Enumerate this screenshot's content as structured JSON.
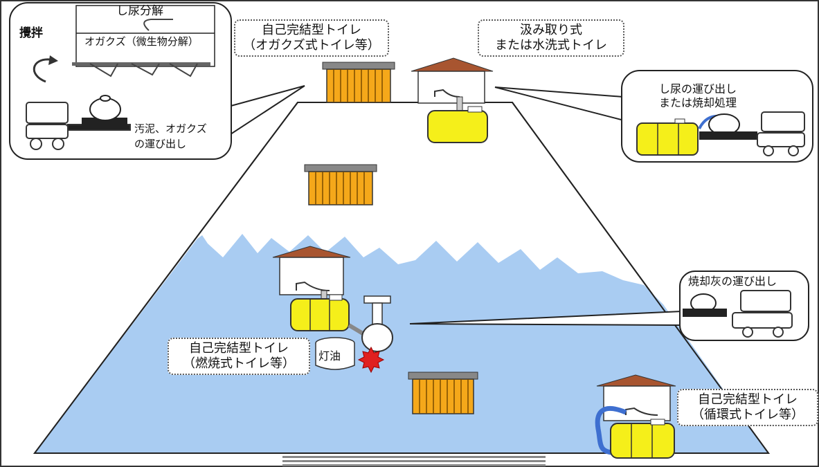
{
  "colors": {
    "sky": "#a9ccf2",
    "mountain": "#ffffff",
    "tank": "#f5ef1a",
    "shed": "#f5a81a",
    "roof": "#a85530",
    "pipe": "#3e6fd0",
    "burner": "#e02020"
  },
  "topleft": {
    "stir": "攪拌",
    "decompose": "し尿分解",
    "ogakuzu": "オガクズ（微生物分解）",
    "carry": [
      "汚泥、オガクズ",
      "の運び出し"
    ]
  },
  "top_center": [
    "自己完結型トイレ",
    "（オガクズ式トイレ等）"
  ],
  "top_right_label": [
    "汲み取り式",
    "または水洗式トイレ"
  ],
  "right_bubble": [
    "し尿の運び出し",
    "または焼却処理"
  ],
  "ash_bubble": "焼却灰の運び出し",
  "combustion": [
    "自己完結型トイレ",
    "（燃焼式トイレ等）"
  ],
  "kerosene": "灯油",
  "circulation": [
    "自己完結型トイレ",
    "（循環式トイレ等）"
  ]
}
